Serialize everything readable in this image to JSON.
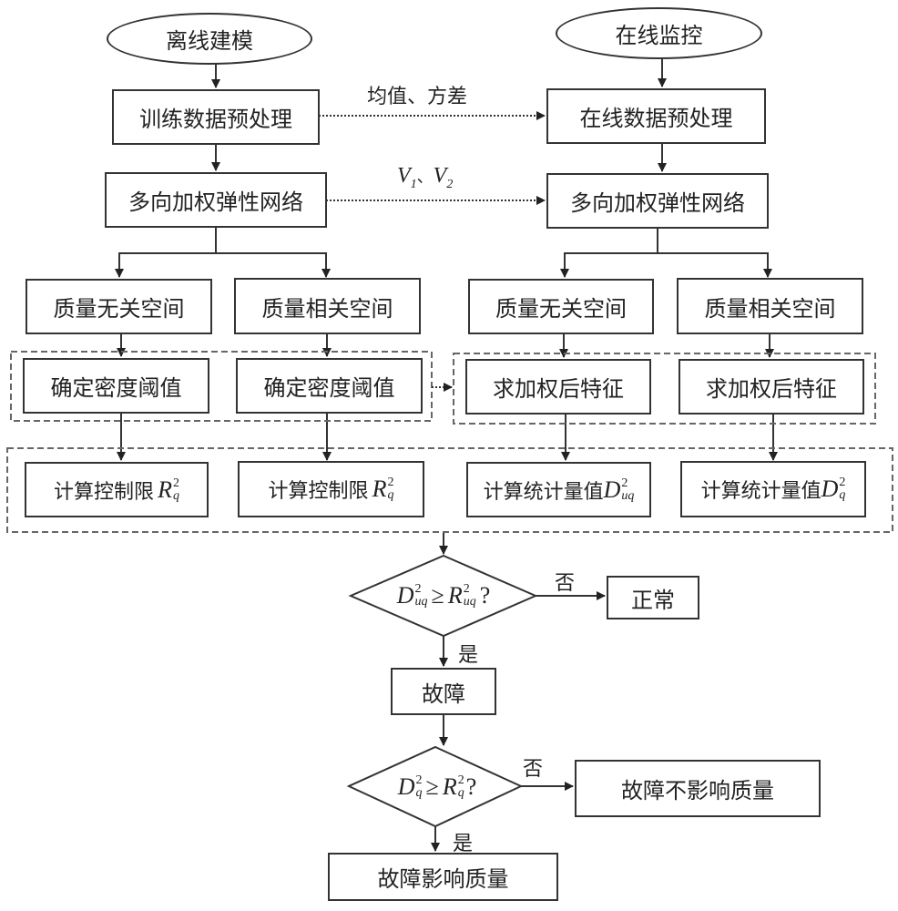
{
  "start_nodes": {
    "offline": "离线建模",
    "online": "在线监控"
  },
  "offline": {
    "preprocess": "训练数据预处理",
    "network": "多向加权弹性网络",
    "space_unrelated": "质量无关空间",
    "space_related": "质量相关空间",
    "threshold_1": "确定密度阈值",
    "threshold_2": "确定密度阈值",
    "limit_1": {
      "text": "计算控制限",
      "var": "R",
      "sup": "2",
      "sub": "q"
    },
    "limit_2": {
      "text": "计算控制限",
      "var": "R",
      "sup": "2",
      "sub": "q"
    }
  },
  "online": {
    "preprocess": "在线数据预处理",
    "network": "多向加权弹性网络",
    "space_unrelated": "质量无关空间",
    "space_related": "质量相关空间",
    "feature_1": "求加权后特征",
    "feature_2": "求加权后特征",
    "stat_1": {
      "text": "计算统计量值",
      "var": "D",
      "sup": "2",
      "sub": "uq"
    },
    "stat_2": {
      "text": "计算统计量值",
      "var": "D",
      "sup": "2",
      "sub": "q"
    }
  },
  "transfers": {
    "mean_var": "均值、方差",
    "v1": "V",
    "v1_sub": "1",
    "sep": "、",
    "v2": "V",
    "v2_sub": "2"
  },
  "decisions": {
    "d1": {
      "lhs": "D",
      "lhs_sup": "2",
      "lhs_sub": "uq",
      "op": "≥",
      "rhs": "R",
      "rhs_sup": "2",
      "rhs_sub": "uq",
      "q": "?"
    },
    "d2": {
      "lhs": "D",
      "lhs_sup": "2",
      "lhs_sub": "q",
      "op": "≥",
      "rhs": "R",
      "rhs_sup": "2",
      "rhs_sub": "q",
      "q": "?"
    },
    "yes": "是",
    "no": "否"
  },
  "outcomes": {
    "normal": "正常",
    "fault": "故障",
    "fault_no_quality": "故障不影响质量",
    "fault_quality": "故障影响质量"
  }
}
